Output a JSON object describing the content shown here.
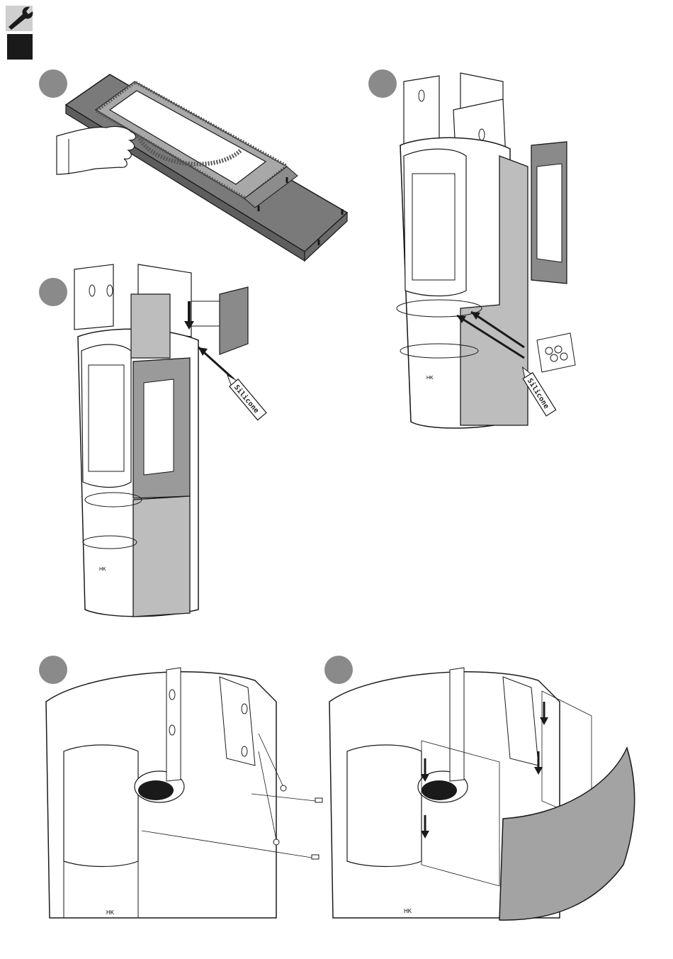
{
  "header": {
    "tool_icon": "wrench-icon",
    "marker": "black-square"
  },
  "steps": [
    {
      "id": 1,
      "badge": "step-badge"
    },
    {
      "id": 2,
      "badge": "step-badge"
    },
    {
      "id": 3,
      "badge": "step-badge"
    },
    {
      "id": 4,
      "badge": "step-badge"
    },
    {
      "id": 5,
      "badge": "step-badge"
    }
  ],
  "labels": {
    "silicone_left": "Silicone",
    "silicone_right": "Silicone",
    "logo_left": "HK",
    "logo_right": "HK",
    "logo_step2": "HK",
    "logo_step3": "HK"
  },
  "colors": {
    "panel_gray": "#b8b8b8",
    "dark_gray": "#7a7a7a",
    "line": "#1a1a1a",
    "badge": "#8a8a8a"
  }
}
